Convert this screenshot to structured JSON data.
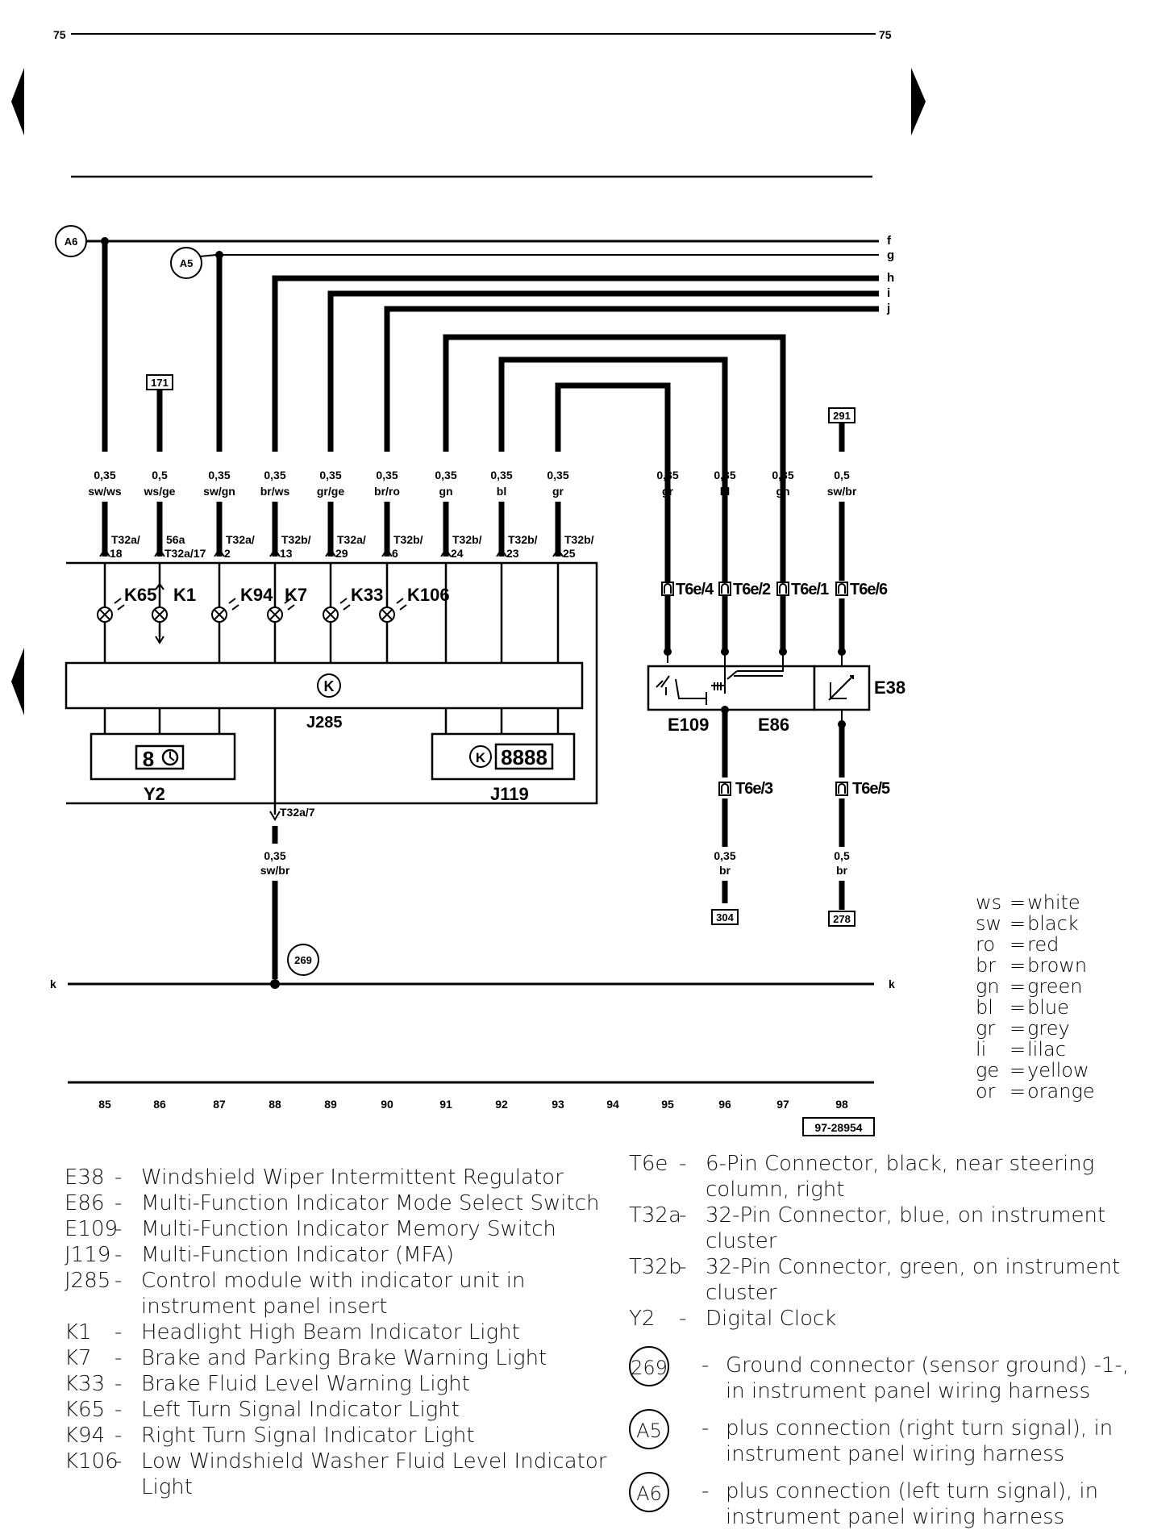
{
  "page": {
    "number_left": "75",
    "number_right": "75",
    "figure_id": "97-28954"
  },
  "lines": [
    {
      "id": "A6",
      "end_label": "f"
    },
    {
      "id": "A5",
      "end_label": "g"
    },
    {
      "end_label": "h"
    },
    {
      "end_label": "i"
    },
    {
      "end_label": "j"
    }
  ],
  "ground_line": {
    "label": "k"
  },
  "refs": {
    "r171": "171",
    "r291": "291",
    "r304": "304",
    "r278": "278",
    "g269": "269"
  },
  "wires": [
    {
      "col": "85",
      "size": "0,35",
      "color": "sw/ws",
      "conn": [
        "T32a/",
        "18"
      ]
    },
    {
      "col": "86",
      "size": "0,5",
      "color": "ws/ge",
      "conn": [
        "56a",
        "T32a/17"
      ]
    },
    {
      "col": "87",
      "size": "0,35",
      "color": "sw/gn",
      "conn": [
        "T32a/",
        "2"
      ]
    },
    {
      "col": "88",
      "size": "0,35",
      "color": "br/ws",
      "conn": [
        "T32b/",
        "13"
      ]
    },
    {
      "col": "89",
      "size": "0,35",
      "color": "gr/ge",
      "conn": [
        "T32a/",
        "29"
      ]
    },
    {
      "col": "90",
      "size": "0,35",
      "color": "br/ro",
      "conn": [
        "T32b/",
        "6"
      ]
    },
    {
      "col": "91",
      "size": "0,35",
      "color": "gn",
      "conn": [
        "T32b/",
        "24"
      ]
    },
    {
      "col": "92",
      "size": "0,35",
      "color": "bl",
      "conn": [
        "T32b/",
        "23"
      ]
    },
    {
      "col": "93",
      "size": "0,35",
      "color": "gr",
      "conn": [
        "T32b/",
        "25"
      ]
    },
    {
      "col": "95",
      "size": "0,35",
      "color": "gr",
      "conn": [
        "T6e/4"
      ]
    },
    {
      "col": "96",
      "size": "0,35",
      "color": "bl",
      "conn": [
        "T6e/2"
      ]
    },
    {
      "col": "97",
      "size": "0,35",
      "color": "gn",
      "conn": [
        "T6e/1"
      ]
    },
    {
      "col": "98",
      "size": "0,5",
      "color": "sw/br",
      "conn": [
        "T6e/6"
      ]
    }
  ],
  "lower_wires": [
    {
      "size": "0,35",
      "color": "sw/br",
      "conn": "T32a/7"
    },
    {
      "size": "0,35",
      "color": "br",
      "conn": "T6e/3"
    },
    {
      "size": "0,5",
      "color": "br",
      "conn": "T6e/5"
    }
  ],
  "components": {
    "K65": "K65",
    "K1": "K1",
    "K94": "K94",
    "K7": "K7",
    "K33": "K33",
    "K106": "K106",
    "J285": "J285",
    "Y2": "Y2",
    "J119": "J119",
    "E109": "E109",
    "E86": "E86",
    "E38": "E38"
  },
  "columns": [
    "85",
    "86",
    "87",
    "88",
    "89",
    "90",
    "91",
    "92",
    "93",
    "94",
    "95",
    "96",
    "97",
    "98"
  ],
  "color_key": [
    {
      "code": "ws",
      "name": "white"
    },
    {
      "code": "sw",
      "name": "black"
    },
    {
      "code": "ro",
      "name": "red"
    },
    {
      "code": "br",
      "name": "brown"
    },
    {
      "code": "gn",
      "name": "green"
    },
    {
      "code": "bl",
      "name": "blue"
    },
    {
      "code": "gr",
      "name": "grey"
    },
    {
      "code": "li",
      "name": "lilac"
    },
    {
      "code": "ge",
      "name": "yellow"
    },
    {
      "code": "or",
      "name": "orange"
    }
  ],
  "legend_left": [
    {
      "code": "E38",
      "desc": "Windshield Wiper Intermittent Regulator"
    },
    {
      "code": "E86",
      "desc": "Multi-Function Indicator Mode Select Switch"
    },
    {
      "code": "E109",
      "desc": "Multi-Function Indicator Memory Switch"
    },
    {
      "code": "J119",
      "desc": "Multi-Function Indicator (MFA)"
    },
    {
      "code": "J285",
      "desc": "Control module with indicator unit in instrument panel insert"
    },
    {
      "code": "K1",
      "desc": "Headlight High Beam Indicator Light"
    },
    {
      "code": "K7",
      "desc": "Brake and Parking Brake Warning Light"
    },
    {
      "code": "K33",
      "desc": "Brake Fluid Level Warning Light"
    },
    {
      "code": "K65",
      "desc": "Left Turn Signal Indicator Light"
    },
    {
      "code": "K94",
      "desc": "Right Turn Signal Indicator Light"
    },
    {
      "code": "K106",
      "desc": "Low Windshield Washer Fluid Level Indicator Light"
    }
  ],
  "legend_right": [
    {
      "code": "T6e",
      "desc": "6-Pin Connector, black, near steering column, right"
    },
    {
      "code": "T32a",
      "desc": "32-Pin Connector, blue, on instrument cluster"
    },
    {
      "code": "T32b",
      "desc": "32-Pin Connector, green, on instrument cluster"
    },
    {
      "code": "Y2",
      "desc": "Digital Clock"
    }
  ],
  "legend_circled": [
    {
      "code": "269",
      "desc": "Ground connector (sensor ground) -1-, in instrument panel wiring harness"
    },
    {
      "code": "A5",
      "desc": "plus connection (right turn signal), in instrument panel wiring harness"
    },
    {
      "code": "A6",
      "desc": "plus connection (left turn signal), in instrument panel wiring harness"
    }
  ]
}
